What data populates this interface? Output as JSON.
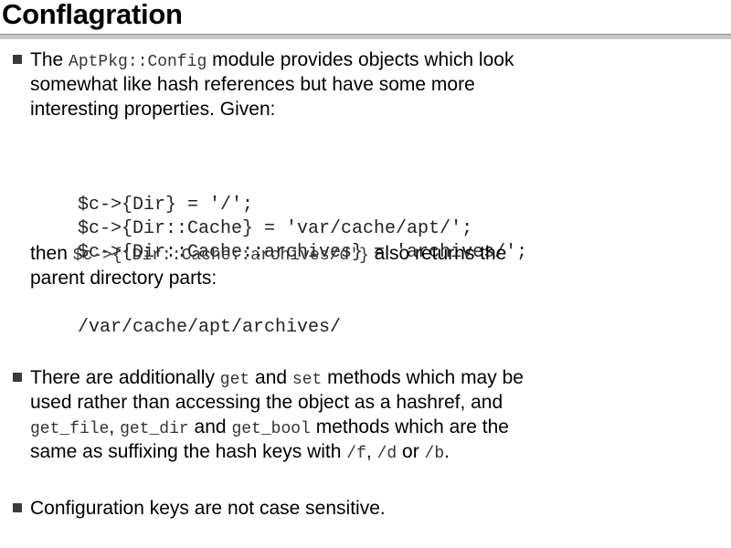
{
  "title": "Conflagration",
  "bullet1": {
    "l1_a": "The ",
    "l1_code": "AptPkg::Config",
    "l1_b": " module provides objects which look",
    "l2": "somewhat like hash references but have some more",
    "l3": "interesting properties.  Given:"
  },
  "code_block1": [
    "$c->{Dir} = '/';",
    "$c->{Dir::Cache} = 'var/cache/apt/';",
    "$c->{Dir::Cache::archives} = 'archives/';"
  ],
  "then_para": {
    "l1_a": "then ",
    "l1_code": "$c->{'Dir::Cache::archives/d'}",
    "l1_b": " also returns the",
    "l2": "parent directory parts:"
  },
  "code_block2": "/var/cache/apt/archives/",
  "bullet2": {
    "l1_a": "There are additionally ",
    "l1_code1": "get",
    "l1_b": " and ",
    "l1_code2": "set",
    "l1_c": " methods which may be",
    "l2": "used rather than accessing the object as a hashref, and",
    "l3_code1": "get_file",
    "l3_a": ", ",
    "l3_code2": "get_dir",
    "l3_b": " and ",
    "l3_code3": "get_bool",
    "l3_c": " methods which are the",
    "l4_a": "same as suffixing the hash keys with ",
    "l4_code1": "/f",
    "l4_b": ", ",
    "l4_code2": "/d",
    "l4_c": " or ",
    "l4_code3": "/b",
    "l4_d": "."
  },
  "bullet3": {
    "l1": "Configuration keys are not case sensitive."
  }
}
